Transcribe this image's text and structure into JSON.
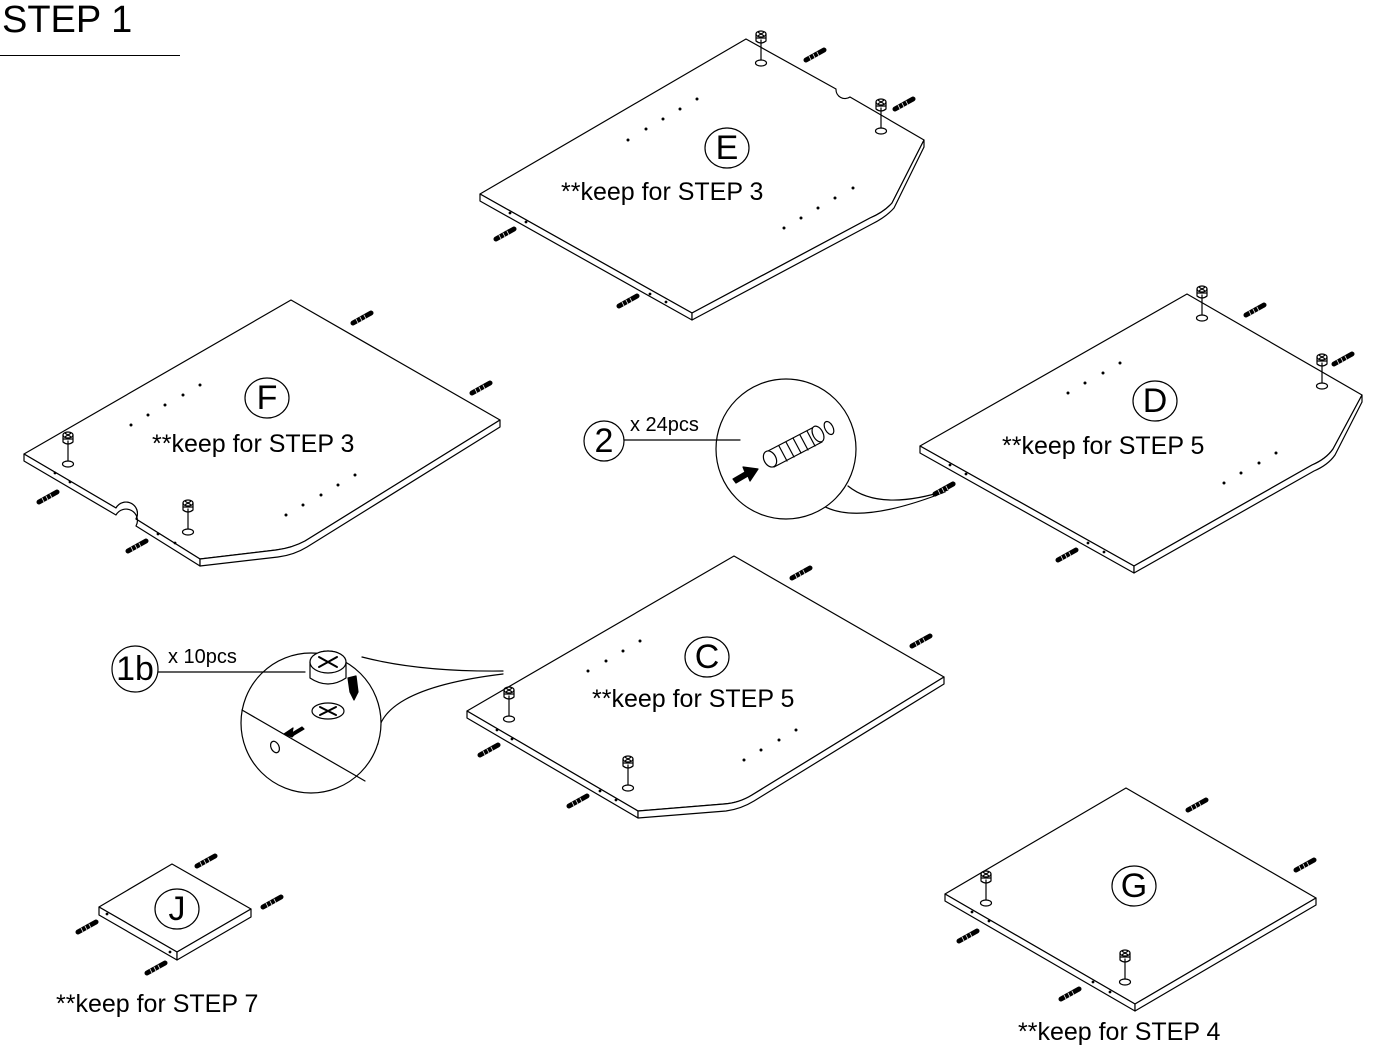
{
  "step_title": "STEP 1",
  "panels": [
    {
      "id": "E",
      "letter": "E",
      "note": "**keep for STEP 3"
    },
    {
      "id": "F",
      "letter": "F",
      "note": "**keep for STEP 3"
    },
    {
      "id": "D",
      "letter": "D",
      "note": "**keep for STEP 5"
    },
    {
      "id": "C",
      "letter": "C",
      "note": "**keep for STEP 5"
    },
    {
      "id": "J",
      "letter": "J",
      "note": "**keep for STEP 7"
    },
    {
      "id": "G",
      "letter": "G",
      "note": "**keep for STEP 4"
    }
  ],
  "hardware": [
    {
      "id": "dowel",
      "callout": "2",
      "quantity": "x 24pcs",
      "icon": "wooden-dowel-icon"
    },
    {
      "id": "cam-lock",
      "callout": "1b",
      "quantity": "x 10pcs",
      "icon": "cam-lock-icon"
    }
  ]
}
